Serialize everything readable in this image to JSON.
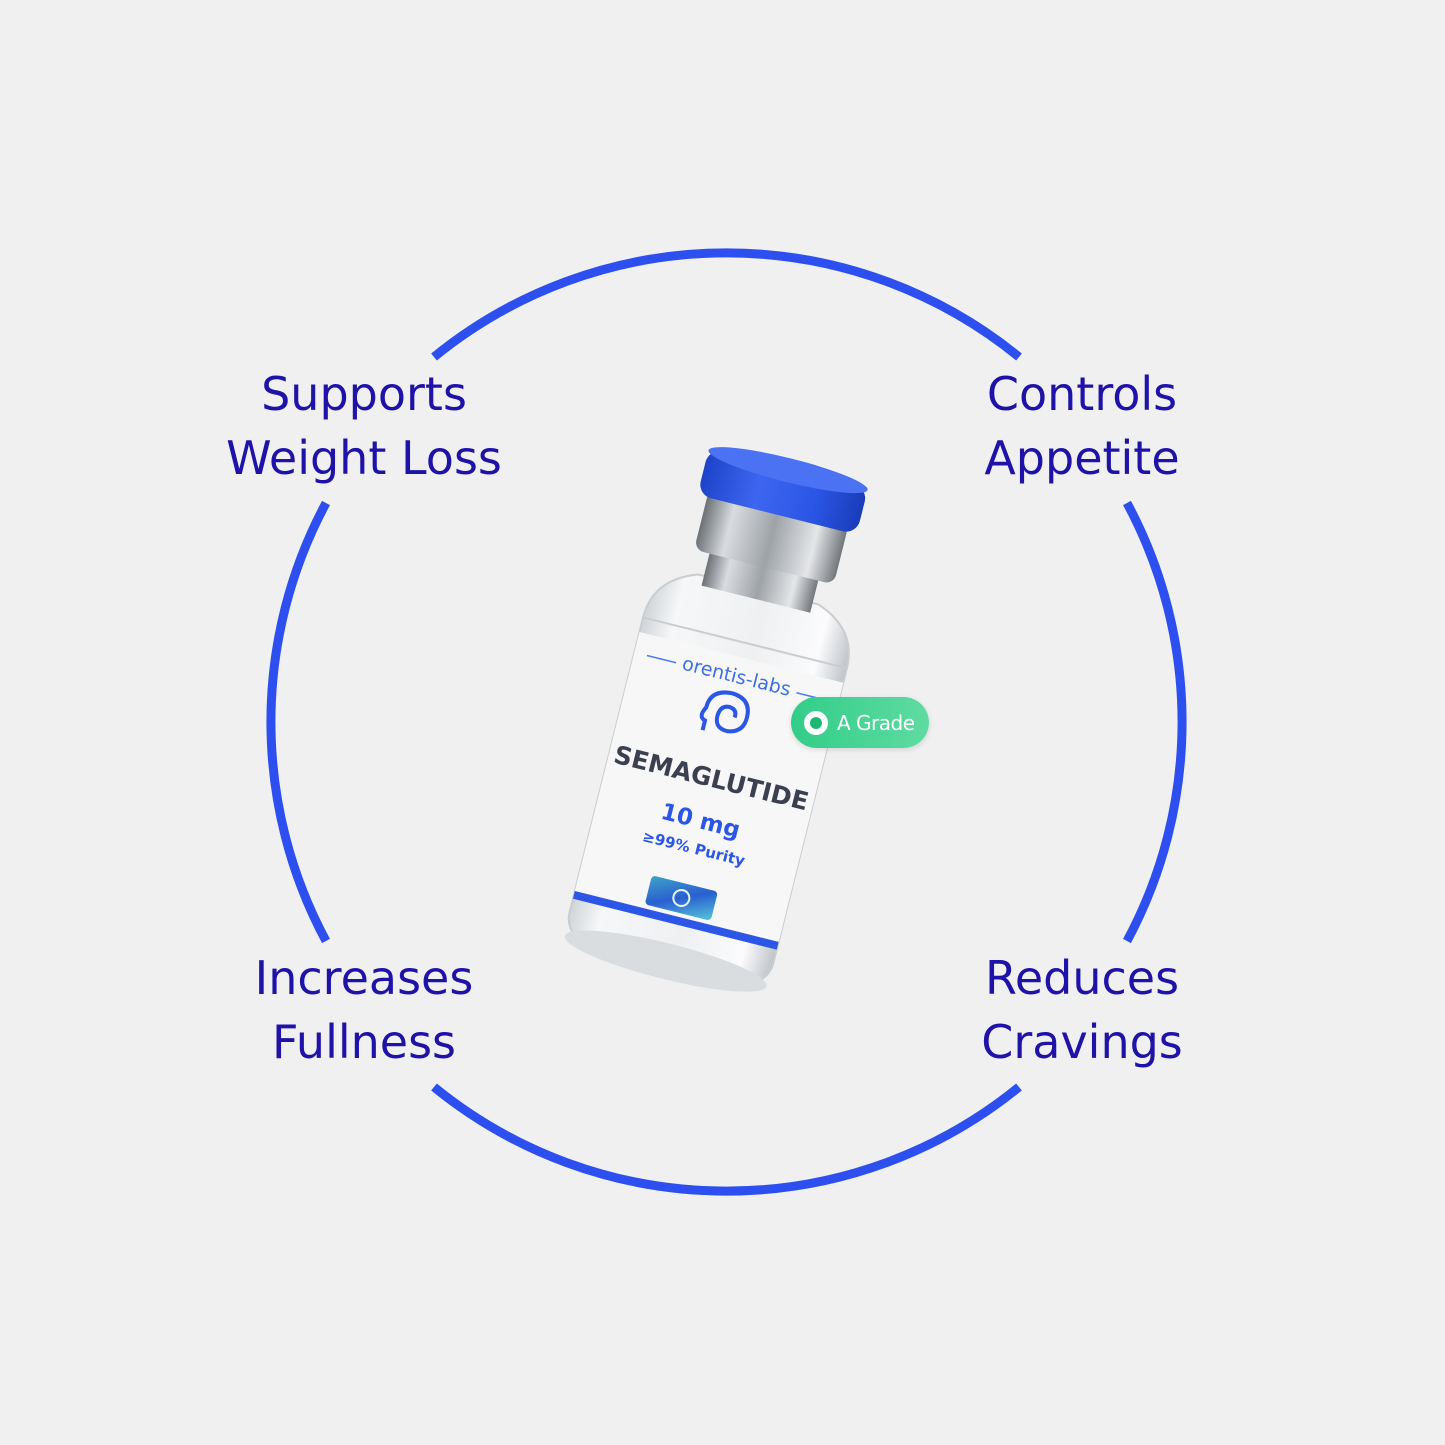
{
  "benefits": {
    "top_left": [
      "Supports",
      "Weight Loss"
    ],
    "top_right": [
      "Controls",
      "Appetite"
    ],
    "bottom_left": [
      "Increases",
      "Fullness"
    ],
    "bottom_right": [
      "Reduces",
      "Cravings"
    ]
  },
  "vial": {
    "brand": "orentis-labs",
    "product": "SEMAGLUTIDE",
    "dose": "10 mg",
    "purity": "≥99% Purity",
    "logo_icon": "head-spiral-icon",
    "cap_color": "#2b56e6",
    "stripe_color": "#2b56e6"
  },
  "grade_badge": {
    "label": "A Grade",
    "color": "#31cd88"
  },
  "colors": {
    "background": "#f0f0f1",
    "ring": "#2e4ff0",
    "text": "#1f12a8"
  }
}
